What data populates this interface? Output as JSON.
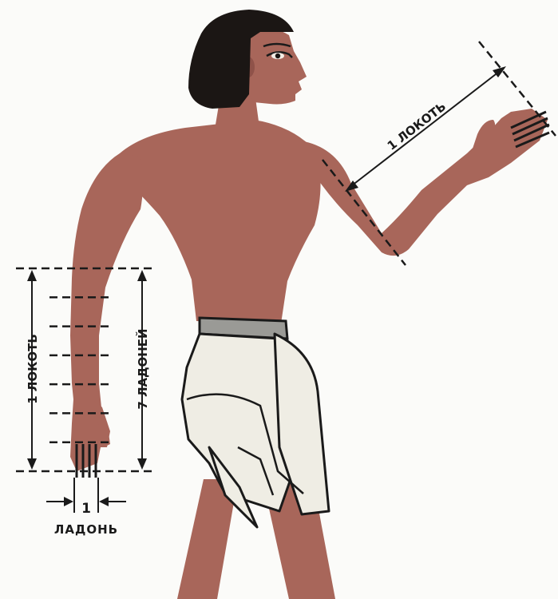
{
  "labels": {
    "cubit_left": "1 ЛОКОТЬ",
    "seven_palms": "7 ЛАДОНЕЙ",
    "cubit_right": "1 ЛОКОТЬ",
    "palm_number": "1",
    "palm_word": "ЛАДОНЬ"
  },
  "colors": {
    "skin": "#a8665a",
    "skin_shadow": "#8f5249",
    "hair": "#1b1614",
    "kilt": "#efede4",
    "belt": "#9a9a96",
    "ink": "#1a1a1a",
    "background": "#fbfbf9"
  },
  "figure": {
    "subject": "egyptian-man-standing",
    "palm_divisions": 7
  }
}
